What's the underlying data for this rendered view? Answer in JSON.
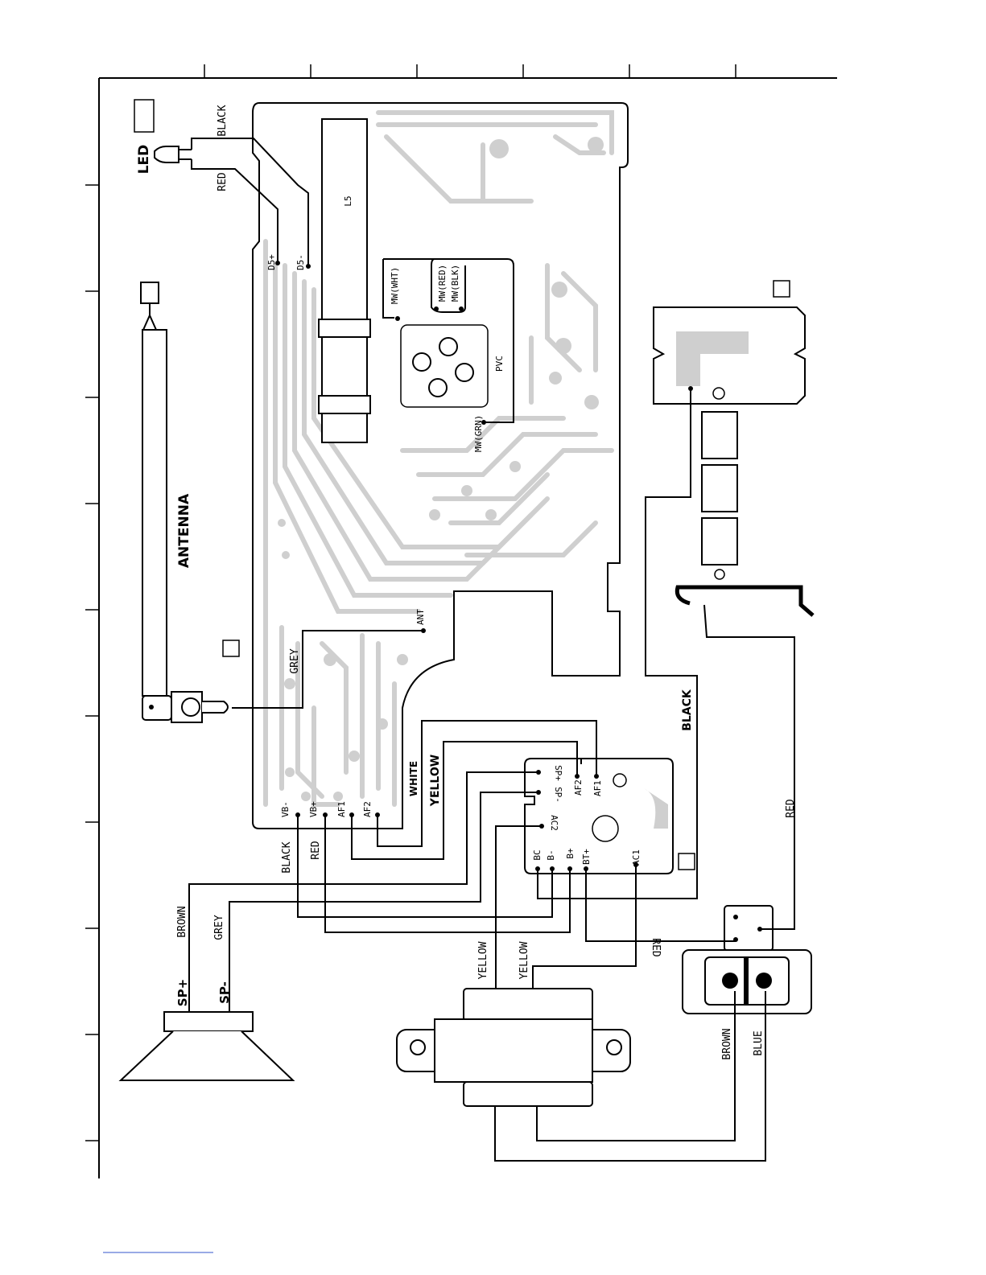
{
  "colors": {
    "line": "#000000",
    "pcb": "#cfcfcf",
    "background": "#ffffff"
  },
  "components": {
    "led": "LED",
    "antenna": "ANTENNA",
    "coil": "L5",
    "pvc": "PVC",
    "speaker_plus": "SP+",
    "speaker_minus": "SP-"
  },
  "pcb_pins": {
    "d5_plus": "D5+",
    "d5_minus": "D5-",
    "mw_wht": "MW(WHT)",
    "mw_red": "MW(RED)",
    "mw_blk": "MW(BLK)",
    "mw_grn": "MW(GRN)",
    "ant": "ANT",
    "vb_minus": "VB-",
    "vb_plus": "VB+",
    "af1": "AF1",
    "af2": "AF2"
  },
  "power_board_pins": {
    "sp_plus": "SP+",
    "sp_minus": "SP-",
    "af2": "AF2",
    "af1": "AF1",
    "ac2": "AC2",
    "bc": "BC",
    "b_minus": "B-",
    "b_plus": "B+",
    "bt_plus": "BT+",
    "ac1": "AC1"
  },
  "wire_labels": {
    "led_black": "BLACK",
    "led_red": "RED",
    "antenna_grey": "GREY",
    "af_white": "WHITE",
    "af_yellow": "YELLOW",
    "battery_black": "BLACK",
    "vb_black": "BLACK",
    "vb_red": "RED",
    "speaker_brown": "BROWN",
    "speaker_grey": "GREY",
    "switch_red": "RED",
    "bt_red": "RED",
    "transformer_yellow_1": "YELLOW",
    "transformer_yellow_2": "YELLOW",
    "ac_brown": "BROWN",
    "ac_blue": "BLUE"
  }
}
